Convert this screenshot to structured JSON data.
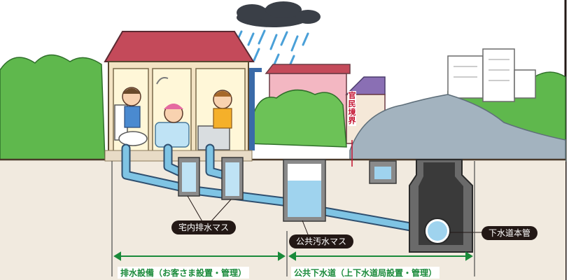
{
  "labels": {
    "boundary": "官民境界",
    "home_drain_basin": "宅内排水マス",
    "public_sewage_basin": "公共汚水マス",
    "sewer_main": "下水道本管",
    "private_section": "排水設備（お客さま設置・管理）",
    "public_section": "公共下水道（上下水道局設置・管理）"
  },
  "colors": {
    "sky": "#ffffff",
    "water": "#9fd3ee",
    "pipe": "#6fb7d9",
    "ground": "#f1eadf",
    "trees": "#5fb84d",
    "roof": "#c44a5a",
    "callout": "#231815",
    "boundary_red": "#c4122f",
    "section_green": "#1a8a3a"
  }
}
